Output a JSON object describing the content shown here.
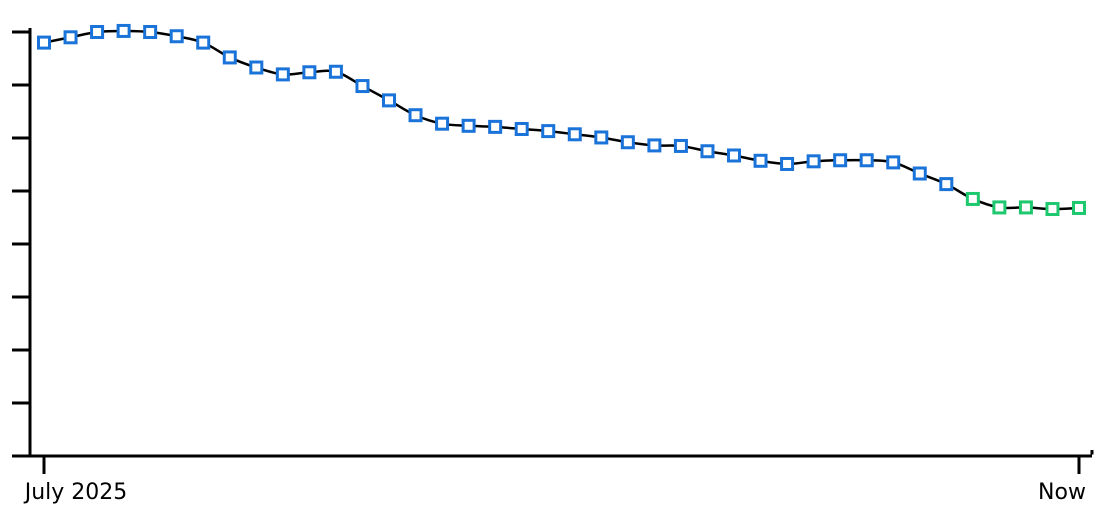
{
  "chart_data": {
    "type": "line",
    "x_tick_labels": [
      "July 2025",
      "Now"
    ],
    "y_tick_count": 9,
    "ylim": [
      0,
      8
    ],
    "line_color": "#000000",
    "marker": "hollow-square",
    "series": [
      {
        "color": "#1a73d9",
        "points": [
          [
            0,
            7.8
          ],
          [
            1,
            7.9
          ],
          [
            2,
            8.0
          ],
          [
            3,
            8.02
          ],
          [
            4,
            8.0
          ],
          [
            5,
            7.92
          ],
          [
            6,
            7.8
          ],
          [
            7,
            7.52
          ],
          [
            8,
            7.33
          ],
          [
            9,
            7.2
          ],
          [
            10,
            7.24
          ],
          [
            11,
            7.25
          ],
          [
            12,
            6.98
          ],
          [
            13,
            6.71
          ],
          [
            14,
            6.43
          ],
          [
            15,
            6.27
          ],
          [
            16,
            6.23
          ],
          [
            17,
            6.21
          ],
          [
            18,
            6.17
          ],
          [
            19,
            6.13
          ],
          [
            20,
            6.07
          ],
          [
            21,
            6.01
          ],
          [
            22,
            5.92
          ],
          [
            23,
            5.86
          ],
          [
            24,
            5.85
          ],
          [
            25,
            5.75
          ],
          [
            26,
            5.67
          ],
          [
            27,
            5.57
          ],
          [
            28,
            5.51
          ],
          [
            29,
            5.56
          ],
          [
            30,
            5.58
          ],
          [
            31,
            5.58
          ],
          [
            32,
            5.54
          ],
          [
            33,
            5.33
          ],
          [
            34,
            5.13
          ]
        ]
      },
      {
        "color": "#1ec86e",
        "points": [
          [
            35,
            4.85
          ],
          [
            36,
            4.69
          ],
          [
            37,
            4.69
          ],
          [
            38,
            4.66
          ],
          [
            39,
            4.68
          ]
        ]
      }
    ],
    "grid": false,
    "legend": "none"
  }
}
